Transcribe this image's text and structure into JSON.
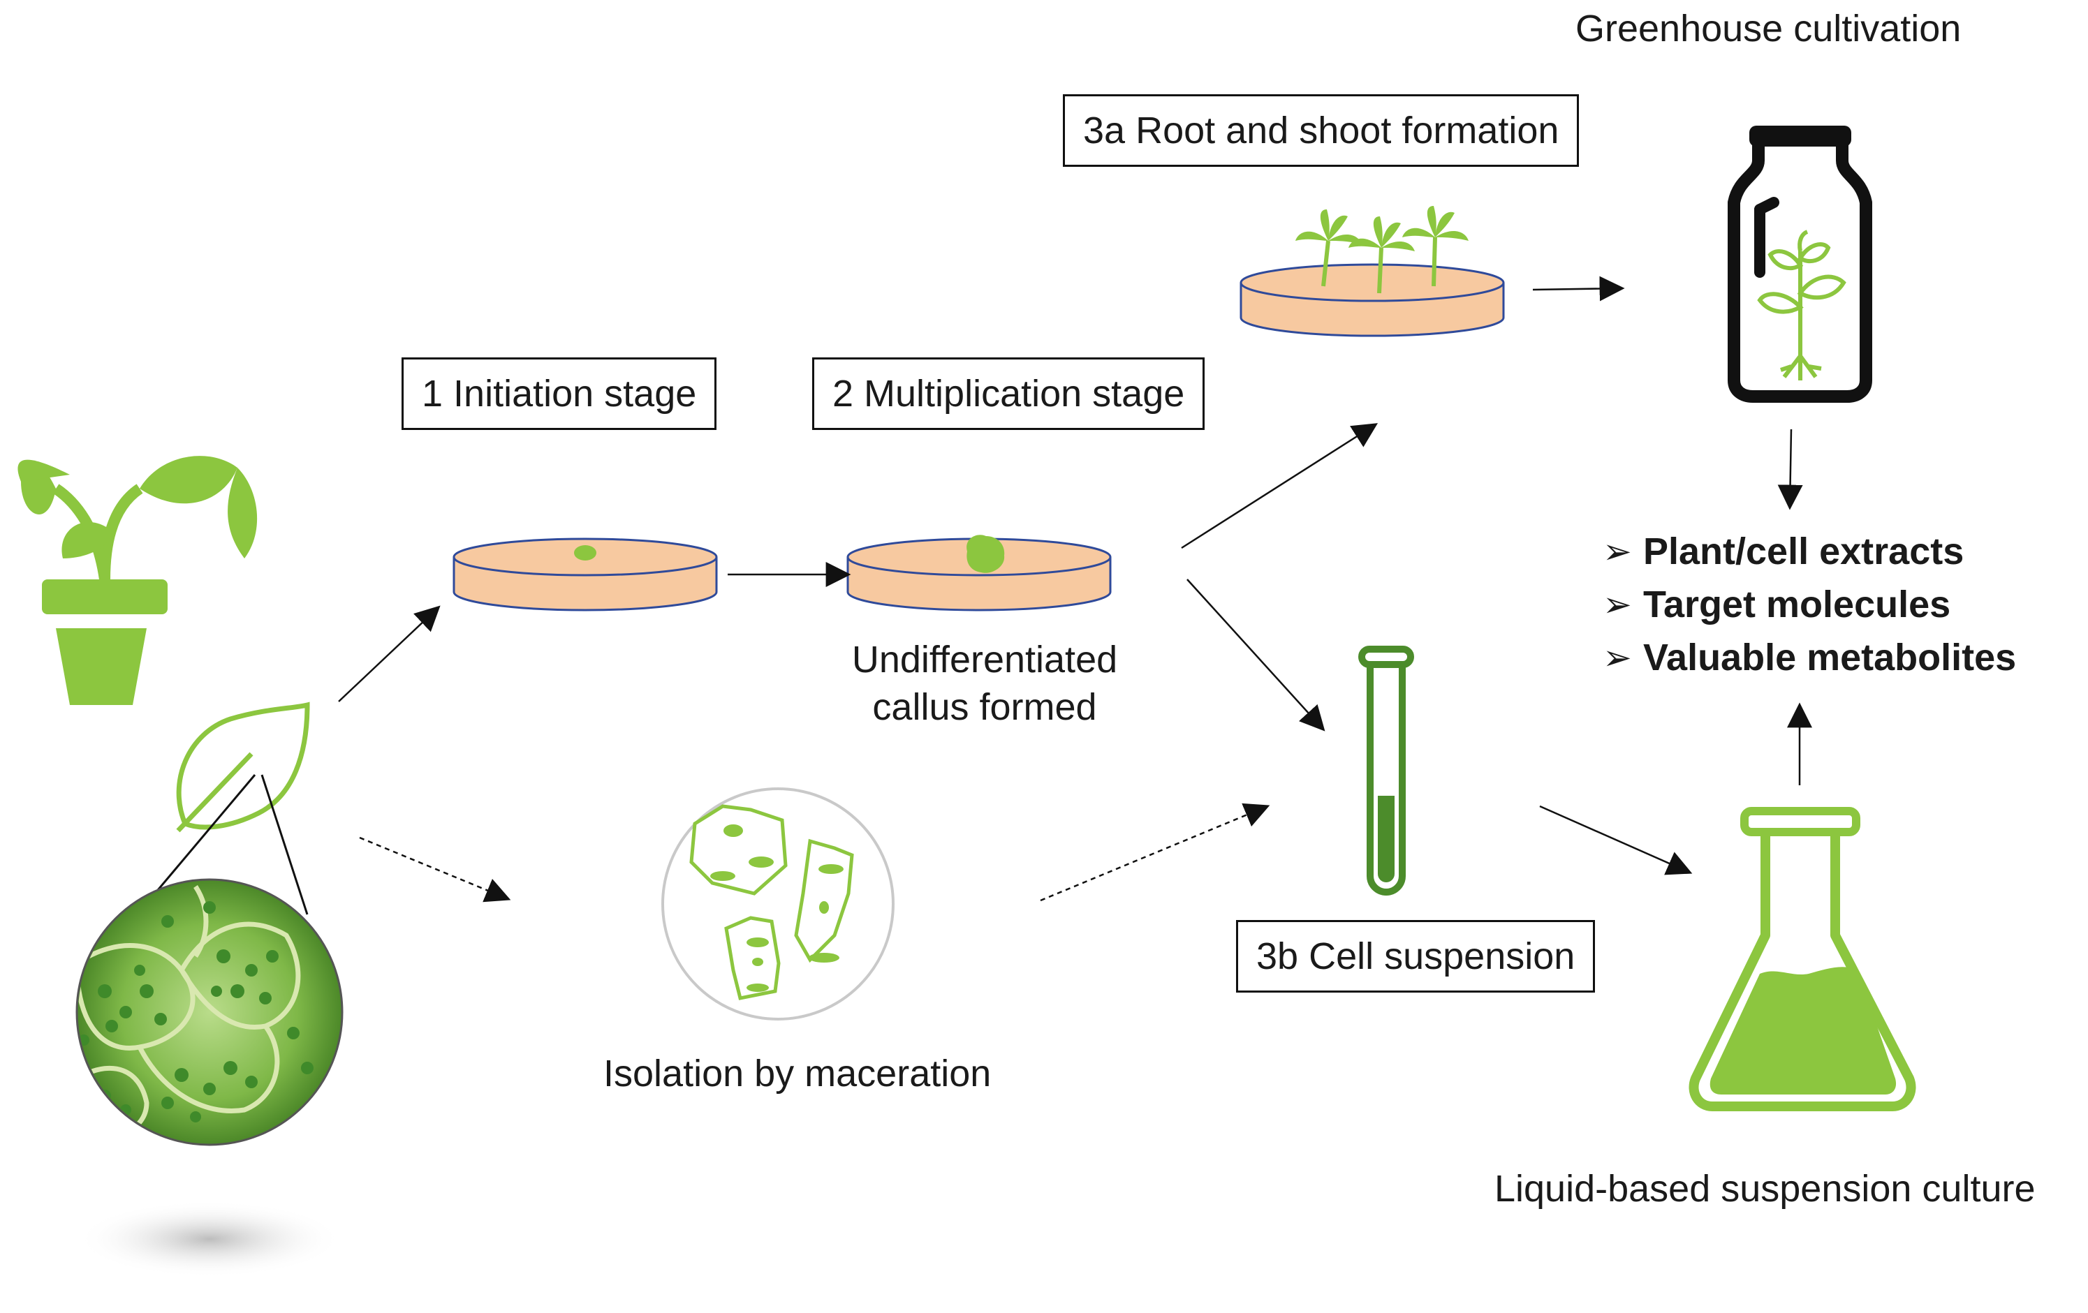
{
  "labels": {
    "greenhouse": "Greenhouse cultivation",
    "root_shoot": "3a Root and shoot formation",
    "initiation": "1 Initiation stage",
    "multiplication": "2 Multiplication stage",
    "callus_line1": "Undifferentiated",
    "callus_line2": "callus formed",
    "maceration": "Isolation by maceration",
    "cell_suspension": "3b Cell suspension",
    "liquid_culture": "Liquid-based suspension culture"
  },
  "results": [
    "Plant/cell extracts",
    "Target molecules",
    "Valuable metabolites"
  ],
  "colors": {
    "plant_green": "#8cc63f",
    "dark_green": "#4c8c2b",
    "dish_fill": "#f7c9a0",
    "dish_edge": "#2f4a9a",
    "line": "#1a1a1a"
  },
  "icons": [
    "potted-plant-icon",
    "leaf-icon",
    "leaf-cells-magnified-icon",
    "petri-dish-icon",
    "sprouting-dish-icon",
    "jar-with-plant-icon",
    "test-tube-icon",
    "erlenmeyer-flask-icon",
    "isolated-cells-icon"
  ]
}
